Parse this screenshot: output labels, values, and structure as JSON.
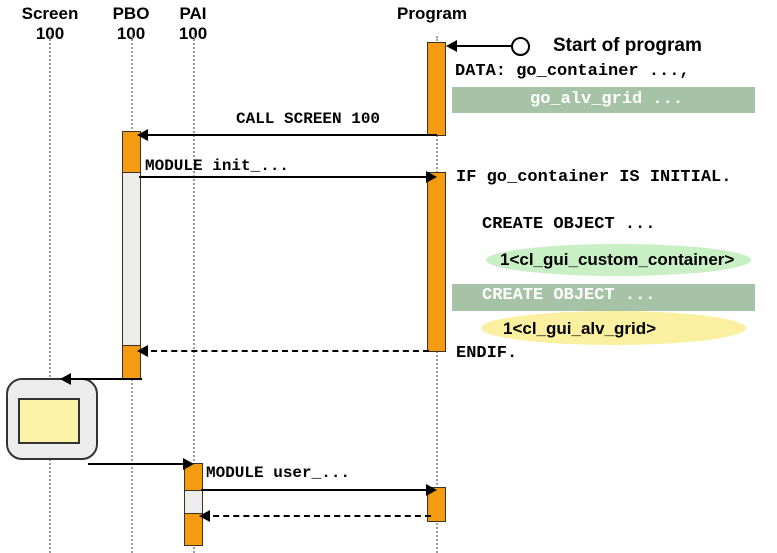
{
  "diagram": {
    "title": "ABAP screen PBO/PAI sequence diagram",
    "colors": {
      "activation_orange": "#f59b11",
      "activation_grey": "#ececec",
      "band_green": "#a7c3a7",
      "ellipse_green": "#c9efc4",
      "ellipse_yellow": "#faf0a0",
      "screen_body": "#ececec",
      "screen_inner": "#fcf2a8",
      "lifeline": "#9a9a9a",
      "stroke": "#000000"
    }
  },
  "lifelines": [
    {
      "name": "screen",
      "label_line1": "Screen",
      "label_line2": "100"
    },
    {
      "name": "pbo",
      "label_line1": "PBO",
      "label_line2": "100"
    },
    {
      "name": "pai",
      "label_line1": "PAI",
      "label_line2": "100"
    },
    {
      "name": "program",
      "label_line1": "Program",
      "label_line2": ""
    }
  ],
  "messages": [
    {
      "name": "start-of-program",
      "label": "Start of program",
      "kind": "found-message"
    },
    {
      "name": "call-screen",
      "label": "CALL SCREEN 100",
      "kind": "synchronous"
    },
    {
      "name": "module-init",
      "label": "MODULE init_...",
      "kind": "synchronous"
    },
    {
      "name": "module-user",
      "label": "MODULE user_...",
      "kind": "synchronous"
    }
  ],
  "code": {
    "data_line1": "DATA: go_container ...,",
    "data_line2": "go_alv_grid ...",
    "if_line": "IF go_container IS INITIAL.",
    "create_container": "CREATE OBJECT ...",
    "create_alv": "CREATE OBJECT ...",
    "endif_line": "ENDIF."
  },
  "annotations": [
    {
      "name": "container-class",
      "label": "1<cl_gui_custom_container>",
      "highlight": "green"
    },
    {
      "name": "alv-grid-class",
      "label": "1<cl_gui_alv_grid>",
      "highlight": "yellow"
    }
  ]
}
